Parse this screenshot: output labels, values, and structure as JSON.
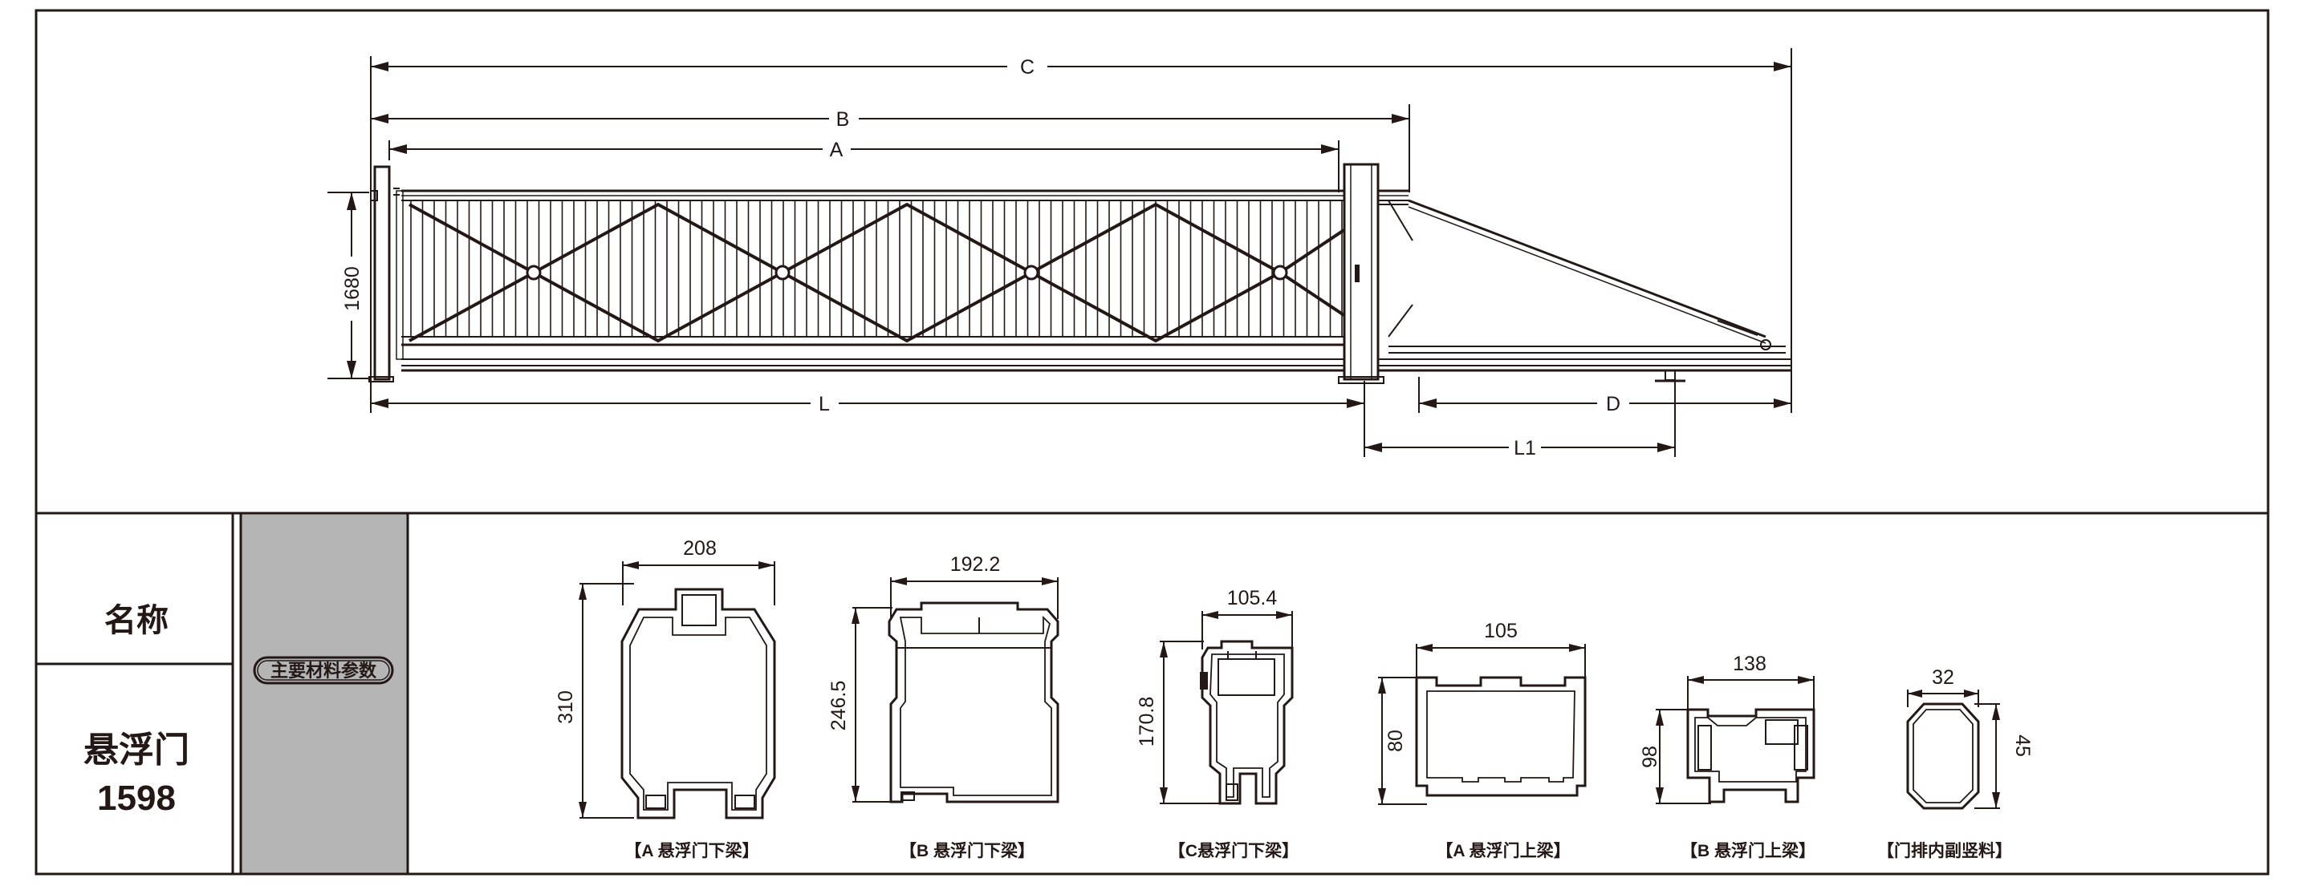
{
  "gate_dimensions": {
    "overall_c": "C",
    "leaf_b": "B",
    "panel_a": "A",
    "height": "1680",
    "opening_l": "L",
    "tail_d": "D",
    "support_l1": "L1"
  },
  "table": {
    "name_header": "名称",
    "product_name": "悬浮门",
    "product_model": "1598",
    "materials_badge": "主要材料参数"
  },
  "profiles": [
    {
      "width": "208",
      "height": "310",
      "caption": "【A 悬浮门下梁】"
    },
    {
      "width": "192.2",
      "height": "246.5",
      "caption": "【B 悬浮门下梁】"
    },
    {
      "width": "105.4",
      "height": "170.8",
      "caption": "【C悬浮门下梁】"
    },
    {
      "width": "105",
      "height": "80",
      "caption": "【A 悬浮门上梁】"
    },
    {
      "width": "138",
      "height": "98",
      "caption": "【B 悬浮门上梁】"
    },
    {
      "width": "32",
      "height": "45",
      "caption": "【门排内副竖料】"
    }
  ],
  "colors": {
    "line": "#231815",
    "shaded_column": "#b5b5b6",
    "background": "#ffffff"
  }
}
